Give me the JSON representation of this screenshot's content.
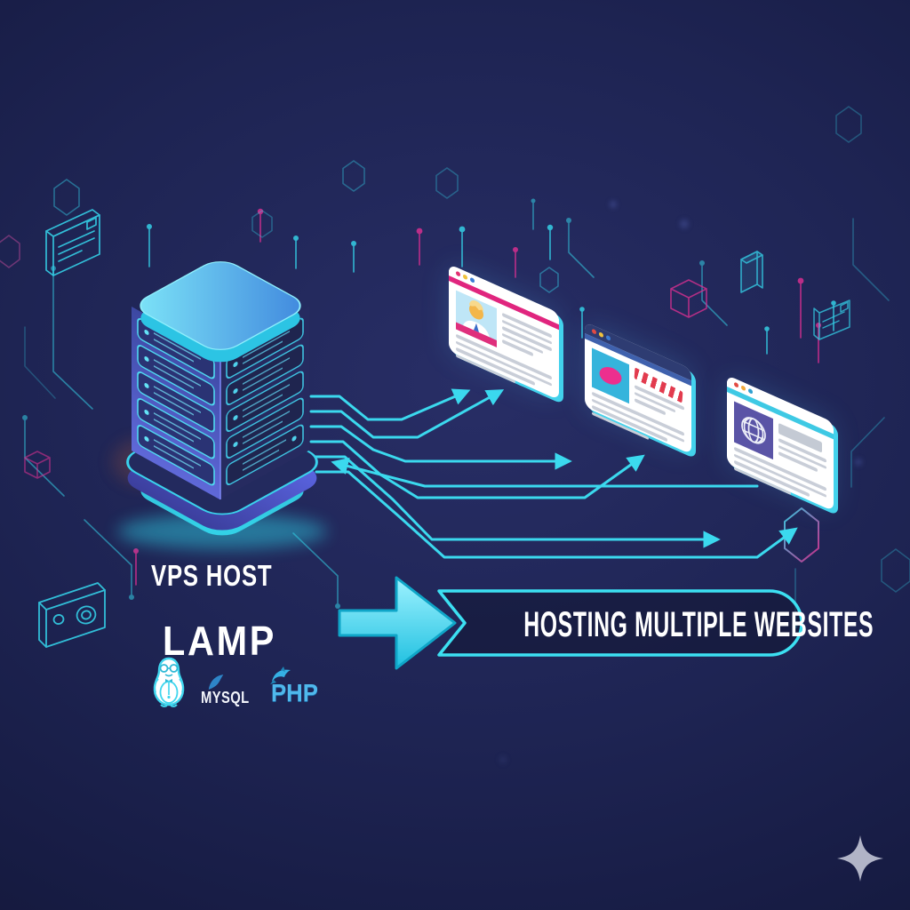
{
  "labels": {
    "server_title": "VPS HOST",
    "stack_name": "LAMP",
    "mysql": "MYSQL",
    "php": "PHP",
    "banner": "HOSTING MULTIPLE WEBSITES"
  },
  "palette": {
    "background": "#1e2453",
    "cyan": "#3bd9ee",
    "magenta": "#e02a8e",
    "server_left_face": "#4653c6",
    "server_right_face": "#262b60",
    "server_top_from": "#7ee6f8",
    "server_top_to": "#3f86dd",
    "window_edge": "#43d2ec",
    "text": "#ffffff",
    "sparkle": "#b9bdcf"
  },
  "server": {
    "type": "isometric-vps-tower",
    "rack_slots_per_face": 5,
    "stack_icons": [
      "tux-penguin-icon",
      "mysql-leaf-icon",
      "php-dolphin-icon"
    ]
  },
  "websites": [
    {
      "name": "profile-site",
      "toolbar": "#ffffff",
      "accent_bar": "#e0257e",
      "feature": "person-profile-card",
      "dots": [
        "#e23172",
        "#f0c23c",
        "#3a7bd5"
      ]
    },
    {
      "name": "shop-site",
      "toolbar": "#2e3c72",
      "accent_bar": "#3f61ad",
      "feature": "product-photo-with-striped-awning",
      "dots": [
        "#e24b43",
        "#f0c23c",
        "#3a7bd5"
      ]
    },
    {
      "name": "globe-site",
      "toolbar": "#ffffff",
      "accent_bar": "#3ec9e4",
      "feature": "globe-article",
      "dots": [
        "#e24b43",
        "#f0a93c",
        "#2f9fd0"
      ]
    }
  ],
  "connections": {
    "count": 7,
    "style": "angular-circuit-arrows",
    "color": "#3bd9ee"
  },
  "decorations": [
    "envelope-3d-icon",
    "camera-3d-icon",
    "cube-wireframe-icon",
    "hexagon-outline",
    "circuit-pin",
    "sparkle-icon"
  ]
}
